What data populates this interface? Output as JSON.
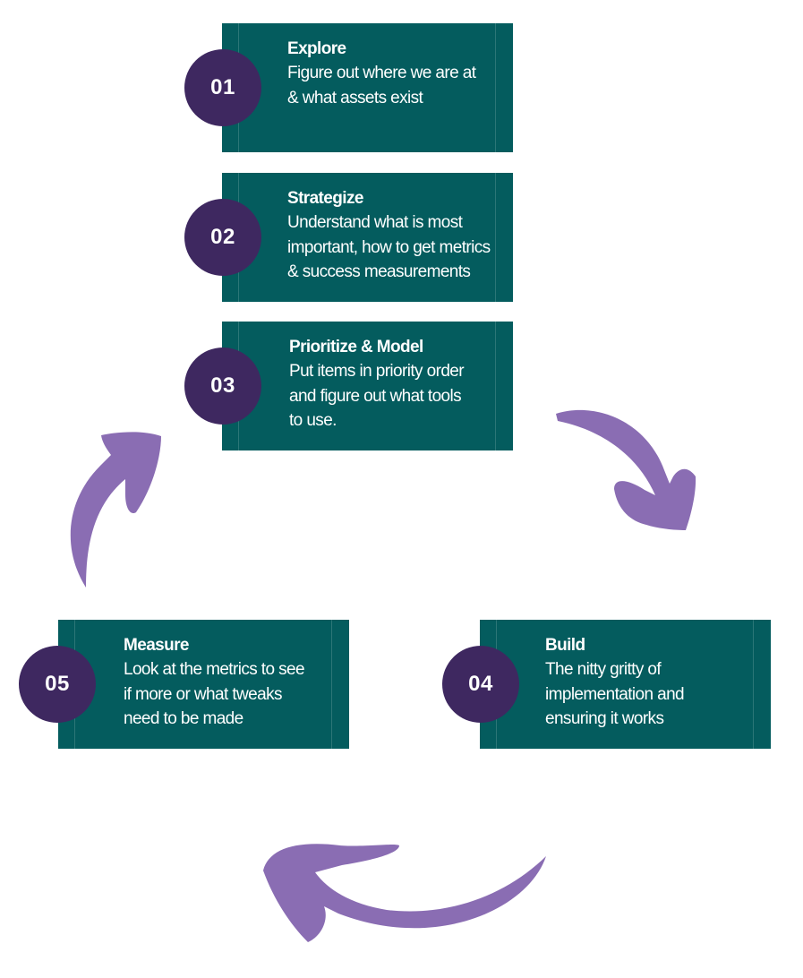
{
  "colors": {
    "card_background": "#045c5e",
    "badge_background": "#3e2860",
    "arrow": "#8a6db3",
    "text": "#ffffff"
  },
  "steps": [
    {
      "number": "01",
      "title": "Explore",
      "description": "Figure out where we are at\n& what assets exist"
    },
    {
      "number": "02",
      "title": "Strategize",
      "description": "Understand what is most\nimportant, how to get metrics\n& success measurements"
    },
    {
      "number": "03",
      "title": "Prioritize & Model",
      "description": "Put items in priority order\nand figure out what tools\nto use."
    },
    {
      "number": "04",
      "title": "Build",
      "description": "The nitty gritty of\nimplementation and\nensuring it works"
    },
    {
      "number": "05",
      "title": "Measure",
      "description": "Look at the metrics to see\nif more or what tweaks\nneed to be made"
    }
  ],
  "arrows": [
    {
      "icon": "curved-arrow-down-right-icon"
    },
    {
      "icon": "curved-arrow-left-icon"
    },
    {
      "icon": "curved-arrow-up-right-icon"
    }
  ]
}
